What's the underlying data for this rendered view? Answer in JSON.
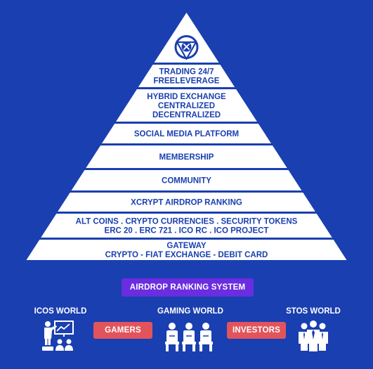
{
  "logo": {
    "icon": "crypto-shield-logo-icon",
    "letter": "X"
  },
  "pyramid_tiers": [
    {
      "name": "tier-trading",
      "lines": [
        "TRADING 24/7",
        "FREELEVERAGE"
      ]
    },
    {
      "name": "tier-hybrid-exchange",
      "lines": [
        "HYBRID EXCHANGE",
        "CENTRALIZED",
        "DECENTRALIZED"
      ]
    },
    {
      "name": "tier-social-media",
      "lines": [
        "SOCIAL MEDIA PLATFORM"
      ]
    },
    {
      "name": "tier-membership",
      "lines": [
        "MEMBERSHIP"
      ]
    },
    {
      "name": "tier-community",
      "lines": [
        "COMMUNITY"
      ]
    },
    {
      "name": "tier-airdrop-ranking",
      "lines": [
        "XCRYPT AIRDROP RANKING"
      ]
    },
    {
      "name": "tier-alt-coins",
      "lines": [
        "ALT COINS . CRYPTO CURRENCIES . SECURITY TOKENS",
        "ERC 20 . ERC 721 . ICO RC . ICO PROJECT"
      ]
    },
    {
      "name": "tier-gateway",
      "lines": [
        "GATEWAY",
        "CRYPTO - FIAT EXCHANGE - DEBIT CARD"
      ]
    }
  ],
  "airdrop_system": {
    "label": "AIRDROP RANKING SYSTEM"
  },
  "worlds": {
    "icos": {
      "label": "ICOS WORLD",
      "icon": "presentation-audience-icon"
    },
    "gaming": {
      "label": "GAMING WORLD",
      "icon": "group-people-icon"
    },
    "stos": {
      "label": "STOS WORLD",
      "icon": "business-team-icon"
    }
  },
  "connectors": {
    "gamers": "GAMERS",
    "investors": "INVESTORS"
  },
  "colors": {
    "background": "#1a3fb0",
    "tier_fill": "#ffffff",
    "tier_text": "#1a3fb0",
    "airdrop_pill": "#6a2de0",
    "connector_pill": "#e2545c"
  }
}
